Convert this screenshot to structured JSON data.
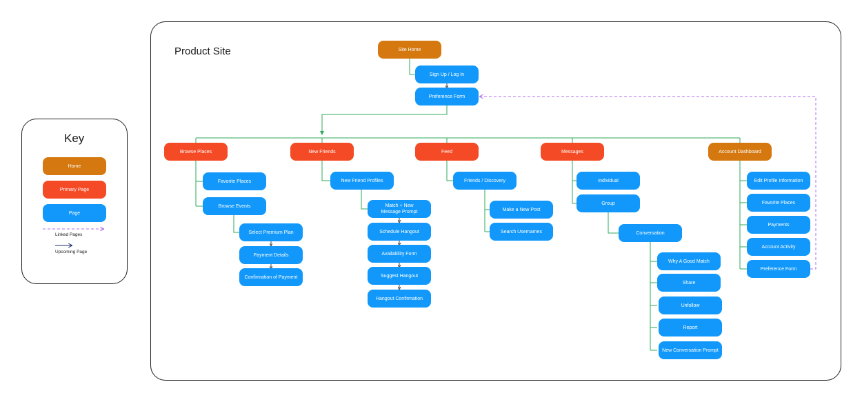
{
  "key": {
    "title": "Key",
    "home": "Home",
    "primary": "Primary Page",
    "page": "Page",
    "linked": "Linked Pages",
    "upcoming": "Upcoming Page"
  },
  "site": {
    "title": "Product Site"
  },
  "nodes": {
    "site_home": "Site Home",
    "signup": "Sign Up / Log In",
    "pref_form": "Preference Form",
    "browse_places": "Browse Places",
    "new_friends": "New Friends",
    "feed": "Feed",
    "messages": "Messages",
    "account_dashboard": "Account Dashboard",
    "favorite_places": "Favorite Places",
    "browse_events": "Browse Events",
    "select_premium": "Select Premium Plan",
    "payment_details": "Payment Details",
    "confirm_payment": "Confirmation of Payment",
    "new_friend_profiles": "New Friend Profiles",
    "match_prompt": "Match + New Message Prompt",
    "schedule_hangout": "Schedule Hangout",
    "availability_form": "Availability Form",
    "suggest_hangout": "Suggest Hangout",
    "hangout_confirm": "Hangout Confirmation",
    "friends_discovery": "Friends / Discovery",
    "make_post": "Make a New Post",
    "search_usernames": "Search Usernames",
    "individual": "Individual",
    "group": "Group",
    "conversation": "Conversation",
    "why_match": "Why A Good Match",
    "share": "Share",
    "unfollow": "Unfollow",
    "report": "Report",
    "new_convo_prompt": "New Conversation Prompt",
    "edit_profile": "Edit Profile Information",
    "acct_favorite_places": "Favorite Places",
    "payments": "Payments",
    "account_activity": "Account Activity",
    "acct_pref_form": "Preference Form"
  },
  "colors": {
    "home": "#d4780f",
    "primary": "#f44a25",
    "page": "#1198fa",
    "connector": "#2daa5a",
    "linked": "#b06ef0",
    "upcoming": "#1b2a6b"
  }
}
